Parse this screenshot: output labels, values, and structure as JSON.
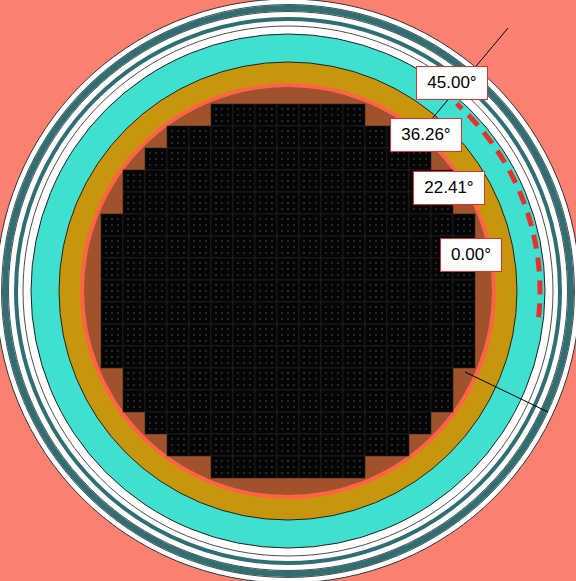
{
  "diagram": {
    "nodes": [
      {
        "text": [
          "45.00°"
        ]
      },
      {
        "text": [
          "36.26°"
        ]
      },
      {
        "text": [
          "22.41°"
        ]
      },
      {
        "text": [
          "0.00°"
        ]
      }
    ]
  }
}
